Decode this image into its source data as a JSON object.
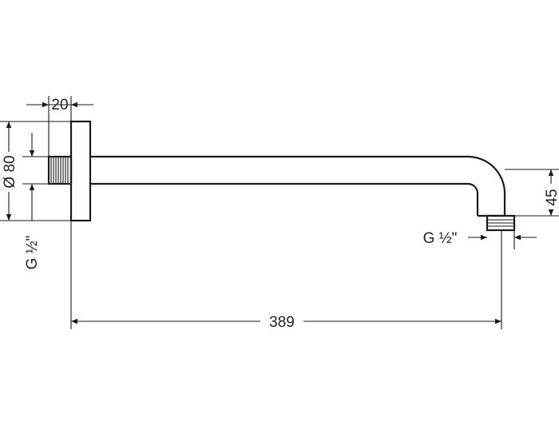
{
  "dimensions": {
    "flange_thickness": "20",
    "flange_diameter": "Ø 80",
    "inlet_thread": "G ½\"",
    "outlet_thread": "G ½\"",
    "projection": "389",
    "drop": "45"
  },
  "colors": {
    "line": "#1a1a1a",
    "text": "#222222",
    "background": "#ffffff"
  }
}
